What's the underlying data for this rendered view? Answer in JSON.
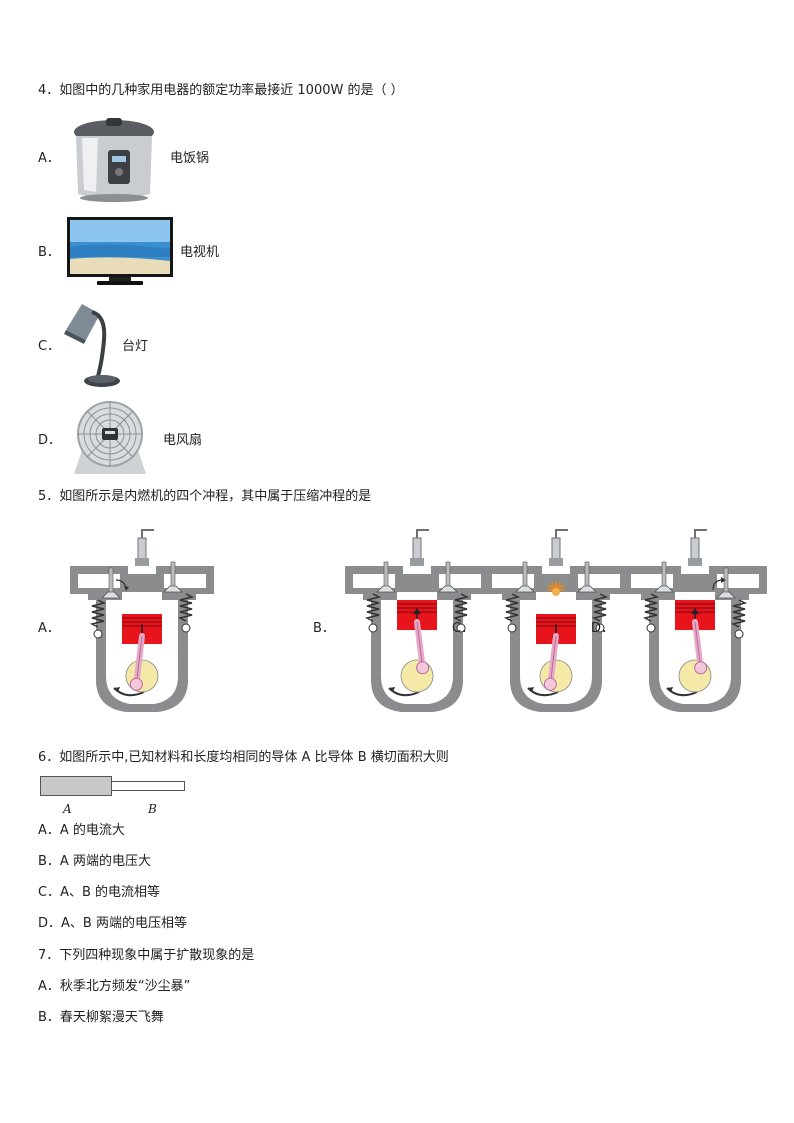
{
  "q4": {
    "stem": "4．如图中的几种家用电器的额定功率最接近 1000W 的是（    ）",
    "options": [
      {
        "letter": "A．",
        "label": "电饭锅",
        "icon": "rice-cooker"
      },
      {
        "letter": "B．",
        "label": "电视机",
        "icon": "television"
      },
      {
        "letter": "C．",
        "label": "台灯",
        "icon": "desk-lamp"
      },
      {
        "letter": "D．",
        "label": "电风扇",
        "icon": "electric-fan"
      }
    ]
  },
  "q5": {
    "stem": "5．如图所示是内燃机的四个冲程，其中属于压缩冲程的是",
    "options": [
      {
        "letter": "A．",
        "stroke": "intake"
      },
      {
        "letter": "B．",
        "stroke": "compression"
      },
      {
        "letter": "C．",
        "stroke": "power"
      },
      {
        "letter": "D．",
        "stroke": "exhaust"
      }
    ]
  },
  "q6": {
    "stem": "6．如图所示中,已知材料和长度均相同的导体 A 比导体 B 横切面积大则",
    "labels": {
      "a": "A",
      "b": "B"
    },
    "options": [
      "A．A 的电流大",
      "B．A 两端的电压大",
      "C．A、B 的电流相等",
      "D．A、B 两端的电压相等"
    ]
  },
  "q7": {
    "stem": "7．下列四种现象中属于扩散现象的是",
    "options": [
      "A．秋季北方频发“沙尘暴”",
      "B．春天柳絮漫天飞舞"
    ]
  },
  "colors": {
    "piston": "#e8141c",
    "engine_wall": "#8a8c8e",
    "crank": "#f5e9a8",
    "rod": "#e7a9c8"
  }
}
